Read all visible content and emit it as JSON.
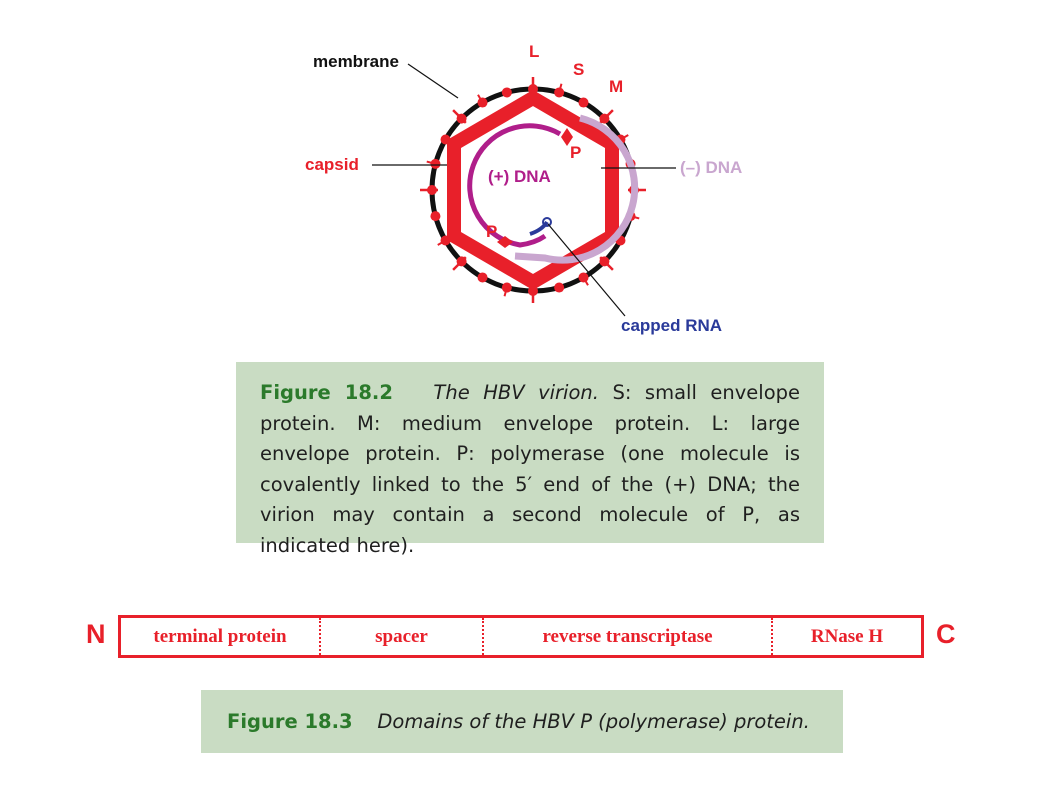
{
  "colors": {
    "red": "#e8202a",
    "membrane": "#111111",
    "plus_dna": "#b01e8a",
    "minus_dna": "#c9a6cf",
    "capped_rna": "#2a3a9a",
    "caption_bg": "#c9dcc3",
    "figure_number": "#2b7a2b"
  },
  "virion": {
    "labels": {
      "membrane": "membrane",
      "capsid": "capsid",
      "plus_dna": "(+) DNA",
      "minus_dna": "(–) DNA",
      "capped_rna": "capped RNA",
      "L": "L",
      "S": "S",
      "M": "M",
      "P_top": "P",
      "P_bottom": "P"
    }
  },
  "figure_18_2": {
    "number": "Figure 18.2",
    "title": "The HBV virion.",
    "body": "S: small envelope protein. M: medium envelope protein. L: large envelope protein. P: polymerase (one molecule is covalently linked to the 5′ end of the (+) DNA; the virion may contain a second molecule of P, as indicated here)."
  },
  "domains": {
    "n_terminus": "N",
    "c_terminus": "C",
    "segments": [
      "terminal protein",
      "spacer",
      "reverse transcriptase",
      "RNase H"
    ]
  },
  "figure_18_3": {
    "number": "Figure 18.3",
    "title": "Domains of the HBV P (polymerase) protein."
  }
}
